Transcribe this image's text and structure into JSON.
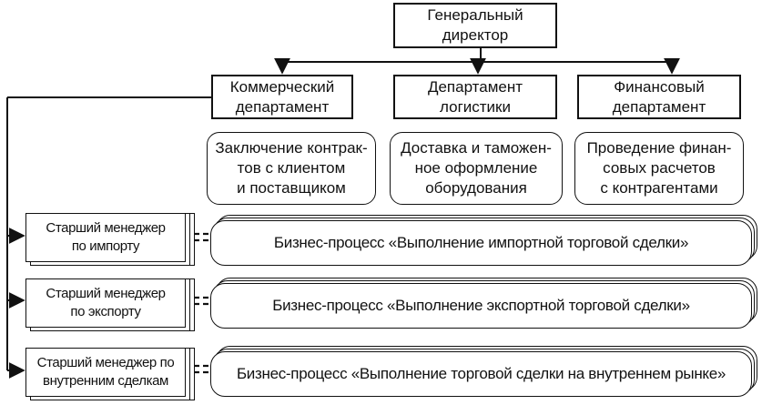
{
  "director": {
    "label": "Генеральный\nдиректор"
  },
  "departments": [
    {
      "label": "Коммерческий\nдепартамент",
      "function": "Заключение контрак-\nтов с клиентом\nи поставщиком"
    },
    {
      "label": "Департамент\nлогистики",
      "function": "Доставка и таможен-\nное оформление\nоборудования"
    },
    {
      "label": "Финансовый\nдепартамент",
      "function": "Проведение финан-\nсовых расчетов\nс контрагентами"
    }
  ],
  "managers": [
    {
      "label": "Старший менеджер\nпо импорту",
      "process": "Бизнес-процесс «Выполнение импортной торговой сделки»"
    },
    {
      "label": "Старший менеджер\nпо экспорту",
      "process": "Бизнес-процесс «Выполнение экспортной торговой сделки»"
    },
    {
      "label": "Старший менеджер по\nвнутренним сделкам",
      "process": "Бизнес-процесс «Выполнение торговой сделки на внутреннем рынке»"
    }
  ]
}
